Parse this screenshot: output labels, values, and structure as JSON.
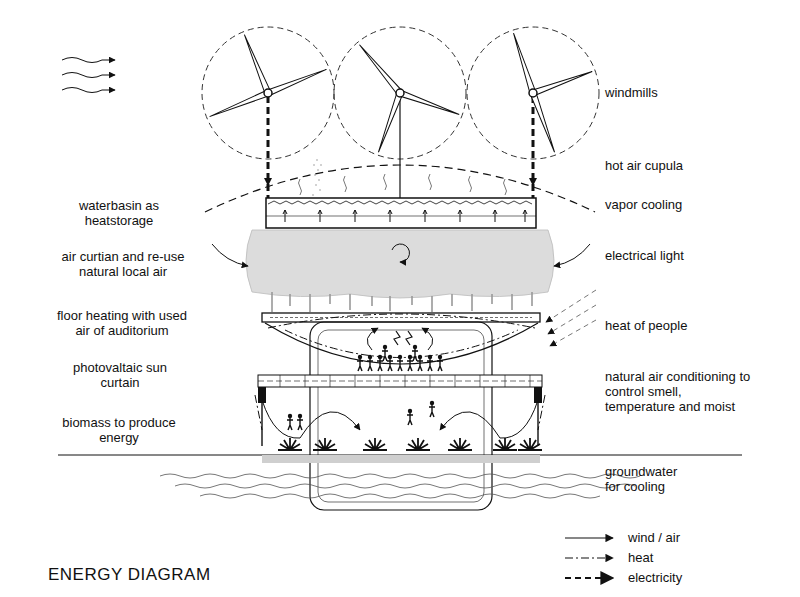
{
  "diagram": {
    "title": "ENERGY DIAGRAM",
    "labels": [
      "windmills",
      "hot air cupula",
      "waterbasin as heatstorage",
      "vapor cooling",
      "air curtian and re-use natural local air",
      "electrical light",
      "floor heating with used air of auditorium",
      "heat of people",
      "photovaltaic sun curtain",
      "natural air conditioning to control smell, temperature and moist",
      "biomass to produce energy",
      "groundwater for cooling"
    ],
    "legend": [
      {
        "text": "wind / air"
      },
      {
        "text": "heat"
      },
      {
        "text": "electricity"
      }
    ]
  }
}
